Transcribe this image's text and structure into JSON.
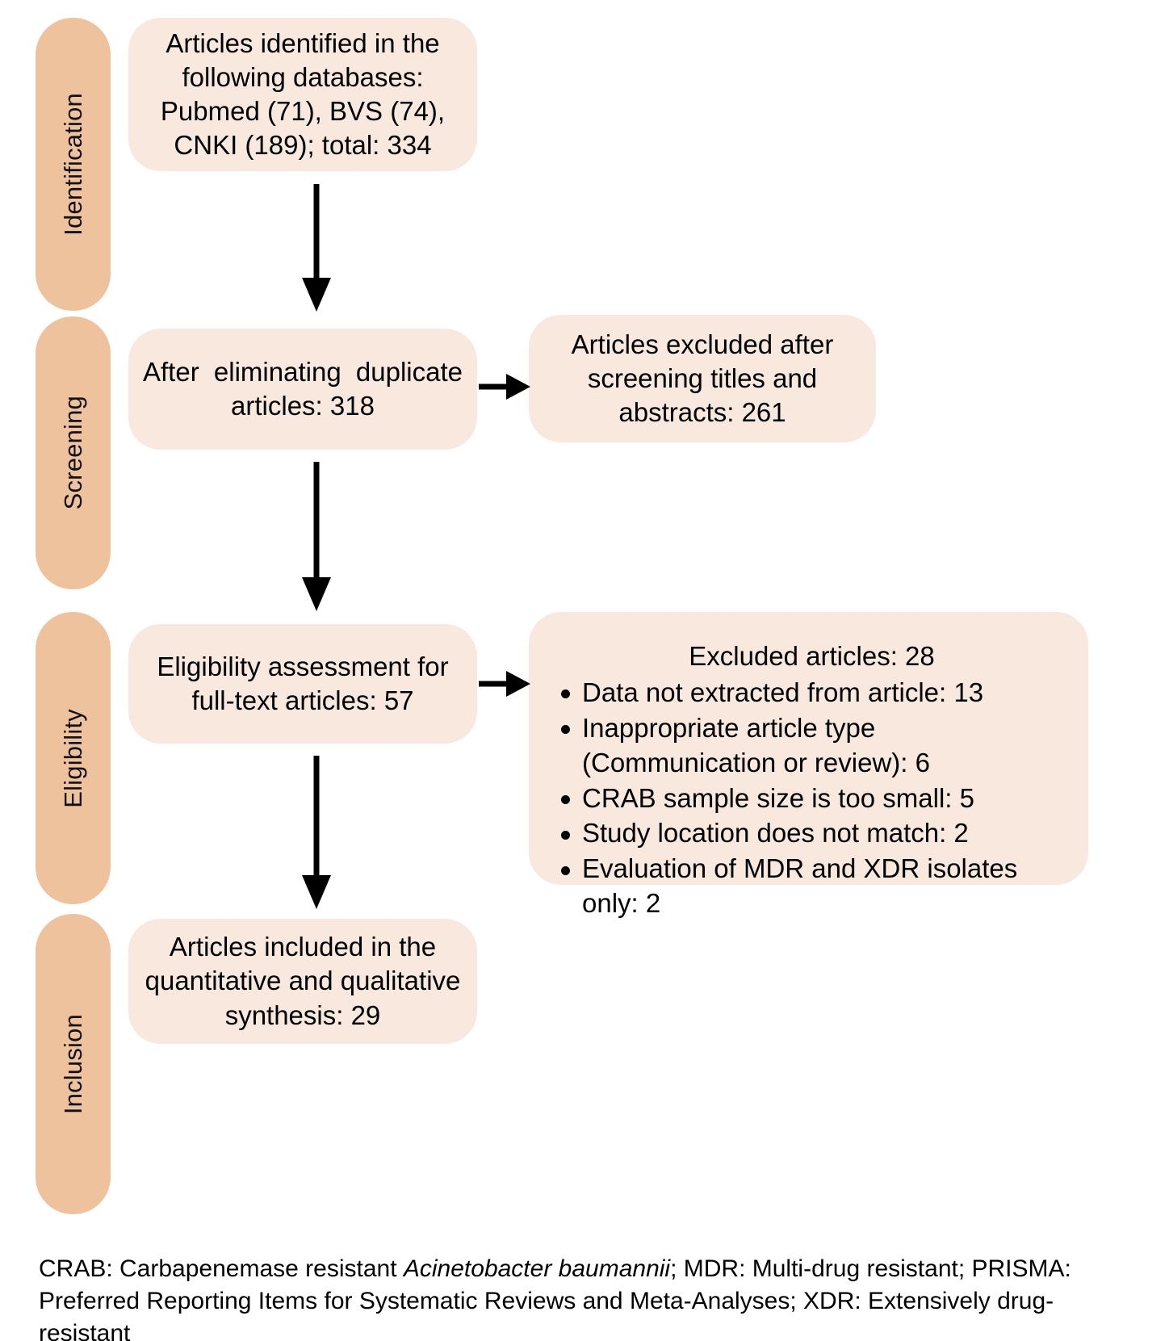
{
  "diagram": {
    "title": "PRISMA flow diagram",
    "colors": {
      "stage_bar": "#EDC29D",
      "box_fill": "#F8E8DD",
      "arrow": "#000000",
      "text": "#000000",
      "background": "#FFFFFF"
    },
    "stages": [
      {
        "id": "identification",
        "label": "Identification"
      },
      {
        "id": "screening",
        "label": "Screening"
      },
      {
        "id": "eligibility",
        "label": "Eligibility"
      },
      {
        "id": "inclusion",
        "label": "Inclusion"
      }
    ],
    "boxes": {
      "identified": "Articles identified in the\nfollowing databases:\nPubmed (71), BVS (74),\nCNKI (189); total: 334",
      "after_duplicates": "After  eliminating  duplicate articles: 318",
      "excluded_screening": "Articles excluded after\nscreening titles and\nabstracts: 261",
      "eligibility_assessment": "Eligibility assessment for\nfull-text articles: 57",
      "included": "Articles included in the\nquantitative and qualitative\nsynthesis: 29"
    },
    "excluded_list": {
      "heading": "Excluded articles: 28",
      "items": [
        "Data not extracted from article: 13",
        "Inappropriate article type (Communication or review): 6",
        "CRAB sample size is too small: 5",
        "Study location does not match: 2",
        "Evaluation of MDR and XDR isolates only: 2"
      ]
    },
    "counts": {
      "pubmed": 71,
      "bvs": 74,
      "cnki": 189,
      "total_identified": 334,
      "after_duplicates": 318,
      "excluded_screening": 261,
      "full_text_assessed": 57,
      "excluded_full_text": 28,
      "excluded_data_not_extracted": 13,
      "excluded_inappropriate_type": 6,
      "excluded_small_sample": 5,
      "excluded_location_mismatch": 2,
      "excluded_mdr_xdr_only": 2,
      "included": 29
    },
    "footnote": {
      "part1": "CRAB: Carbapenemase resistant ",
      "italic": "Acinetobacter baumannii",
      "part2": "; MDR: Multi-drug resistant; PRISMA: Preferred Reporting Items for Systematic Reviews and Meta-Analyses; XDR: Extensively drug-resistant"
    }
  }
}
